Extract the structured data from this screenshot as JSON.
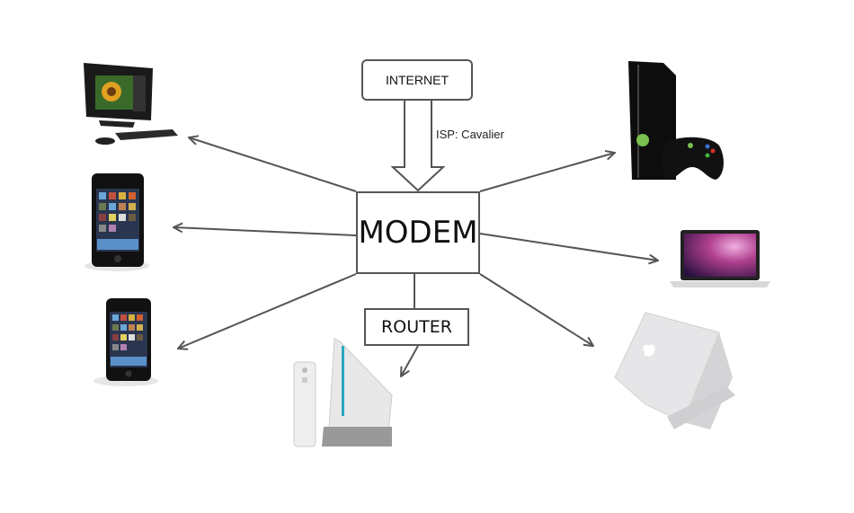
{
  "diagram": {
    "title": "Home network diagram",
    "nodes": {
      "internet": "INTERNET",
      "modem": "MODEM",
      "router": "ROUTER"
    },
    "isp_label": "ISP: Cavalier",
    "devices": [
      {
        "id": "all-in-one-desktop",
        "label": "All-in-one desktop PC",
        "connected_to": "modem"
      },
      {
        "id": "ipod-touch-1",
        "label": "iPod touch",
        "connected_to": "modem"
      },
      {
        "id": "ipod-touch-2",
        "label": "iPod touch",
        "connected_to": "modem"
      },
      {
        "id": "wii-console",
        "label": "Nintendo Wii",
        "connected_to": "router"
      },
      {
        "id": "xbox-360",
        "label": "Xbox 360 Slim",
        "connected_to": "modem"
      },
      {
        "id": "macbook-pro-open",
        "label": "MacBook Pro (open)",
        "connected_to": "modem"
      },
      {
        "id": "macbook-pro-closed",
        "label": "MacBook Pro (lid)",
        "connected_to": "modem"
      }
    ],
    "colors": {
      "line": "#555555",
      "box_border": "#555555"
    }
  }
}
